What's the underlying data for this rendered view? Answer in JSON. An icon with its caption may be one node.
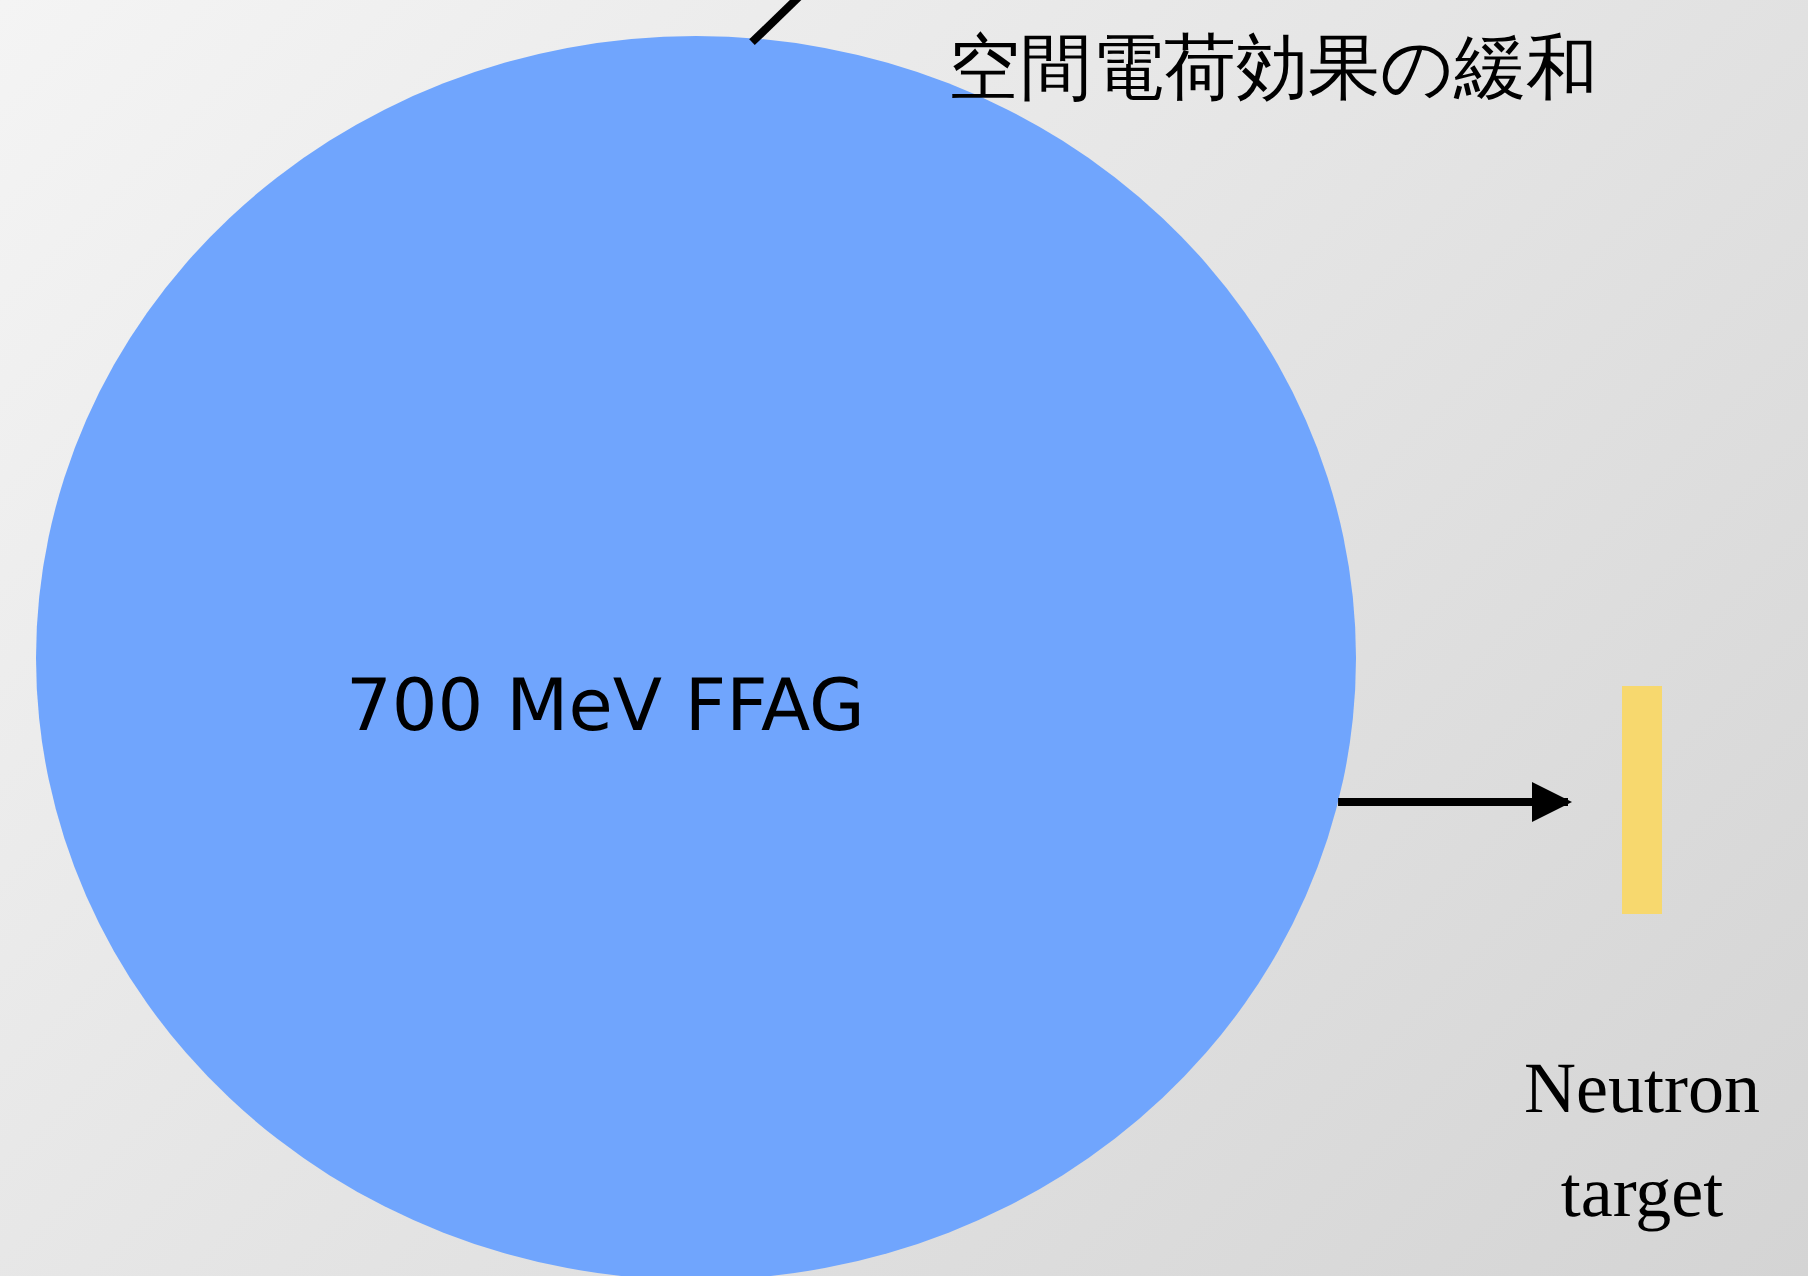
{
  "diagram": {
    "nodes": [
      {
        "text": [
          "700 MeV FFAG"
        ]
      },
      {
        "text": [],
        "shape": "bar",
        "beside": [
          "Neutron target"
        ]
      }
    ],
    "edges": [
      {
        "from": 0,
        "to": 1,
        "arrow": "to"
      },
      {
        "from": 0,
        "to": null,
        "arrow": "none"
      }
    ],
    "labels": [
      "空間電荷効果の緩和"
    ]
  }
}
